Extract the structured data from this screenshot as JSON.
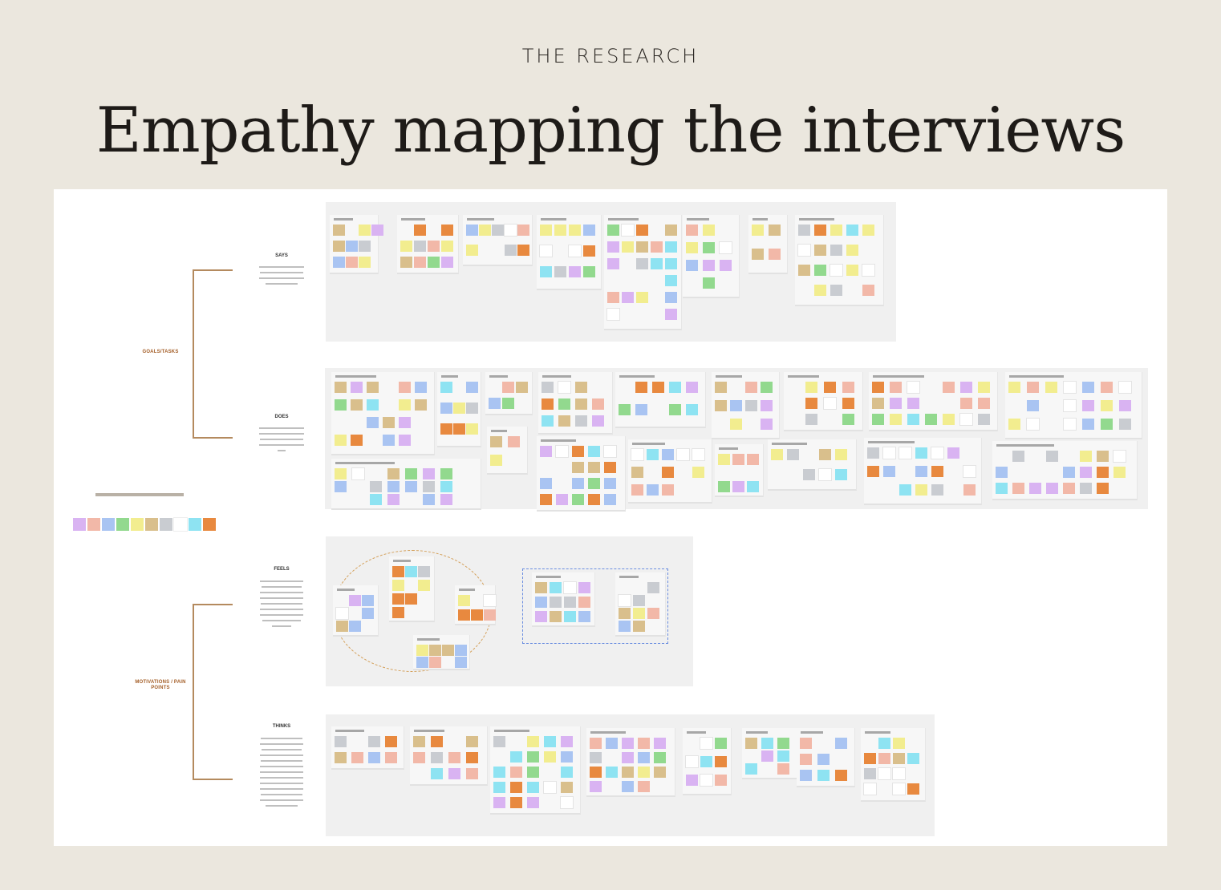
{
  "header": {
    "eyebrow": "THE RESEARCH",
    "title": "Empathy mapping the interviews"
  },
  "board": {
    "group_labels": [
      "GOALS/TASKS",
      "MOTIVATIONS / PAIN POINTS"
    ],
    "sections": [
      "SAYS",
      "DOES",
      "FEELS",
      "THINKS"
    ],
    "legend_colors": [
      "#d9b3f2",
      "#f2b8a8",
      "#a9c4f2",
      "#92d98e",
      "#f2ed8f",
      "#d9bf8c",
      "#c9ccd1",
      "#ffffff",
      "#8ee3f2",
      "#e8893f"
    ]
  },
  "colors": {
    "background": "#ebe7de",
    "board": "#ffffff",
    "panel": "#f0f0f0",
    "accent": "#b48a5e"
  }
}
